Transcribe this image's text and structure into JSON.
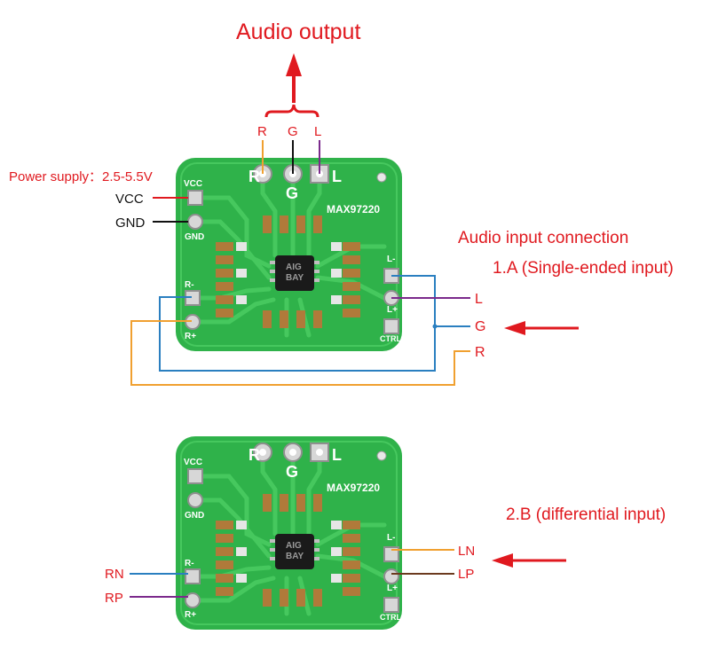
{
  "title": "Audio output",
  "output_pins": {
    "r": "R",
    "g": "G",
    "l": "L"
  },
  "power": {
    "label": "Power supply：2.5-5.5V",
    "vcc": "VCC",
    "gnd": "GND"
  },
  "input_section": {
    "title": "Audio input connection",
    "mode_a": "1.A (Single-ended input)",
    "mode_a_pins": {
      "l": "L",
      "g": "G",
      "r": "R"
    },
    "mode_b": "2.B (differential input)",
    "mode_b_pins": {
      "rn": "RN",
      "rp": "RP",
      "ln": "LN",
      "lp": "LP"
    }
  },
  "board": {
    "model": "MAX97220",
    "chip_line1": "AIG",
    "chip_line2": "BAY",
    "silk_r": "R",
    "silk_g": "G",
    "silk_l": "L",
    "silk_vcc": "VCC",
    "silk_gnd": "GND",
    "silk_r_minus": "R-",
    "silk_r_plus": "R+",
    "silk_l_minus": "L-",
    "silk_l_plus": "L+",
    "silk_ctrl": "CTRL"
  },
  "colors": {
    "label_red": "#e0191f",
    "pcb_green": "#2fb24a",
    "wire_orange": "#f0a030",
    "wire_purple": "#7b2a8c",
    "wire_blue": "#2a7fc0",
    "wire_red": "#e0191f",
    "wire_black": "#111111",
    "wire_brown": "#6b3a1e"
  }
}
